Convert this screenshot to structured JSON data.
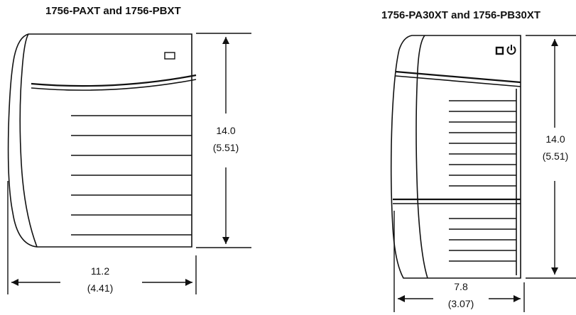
{
  "left": {
    "title": "1756-PAXT and 1756-PBXT",
    "height_value": "14.0",
    "height_unit": "(5.51)",
    "width_value": "11.2",
    "width_unit": "(4.41)"
  },
  "right": {
    "title": "1756-PA30XT and 1756-PB30XT",
    "height_value": "14.0",
    "height_unit": "(5.51)",
    "width_value": "7.8",
    "width_unit": "(3.07)"
  },
  "colors": {
    "stroke": "#111111",
    "background": "#ffffff"
  }
}
